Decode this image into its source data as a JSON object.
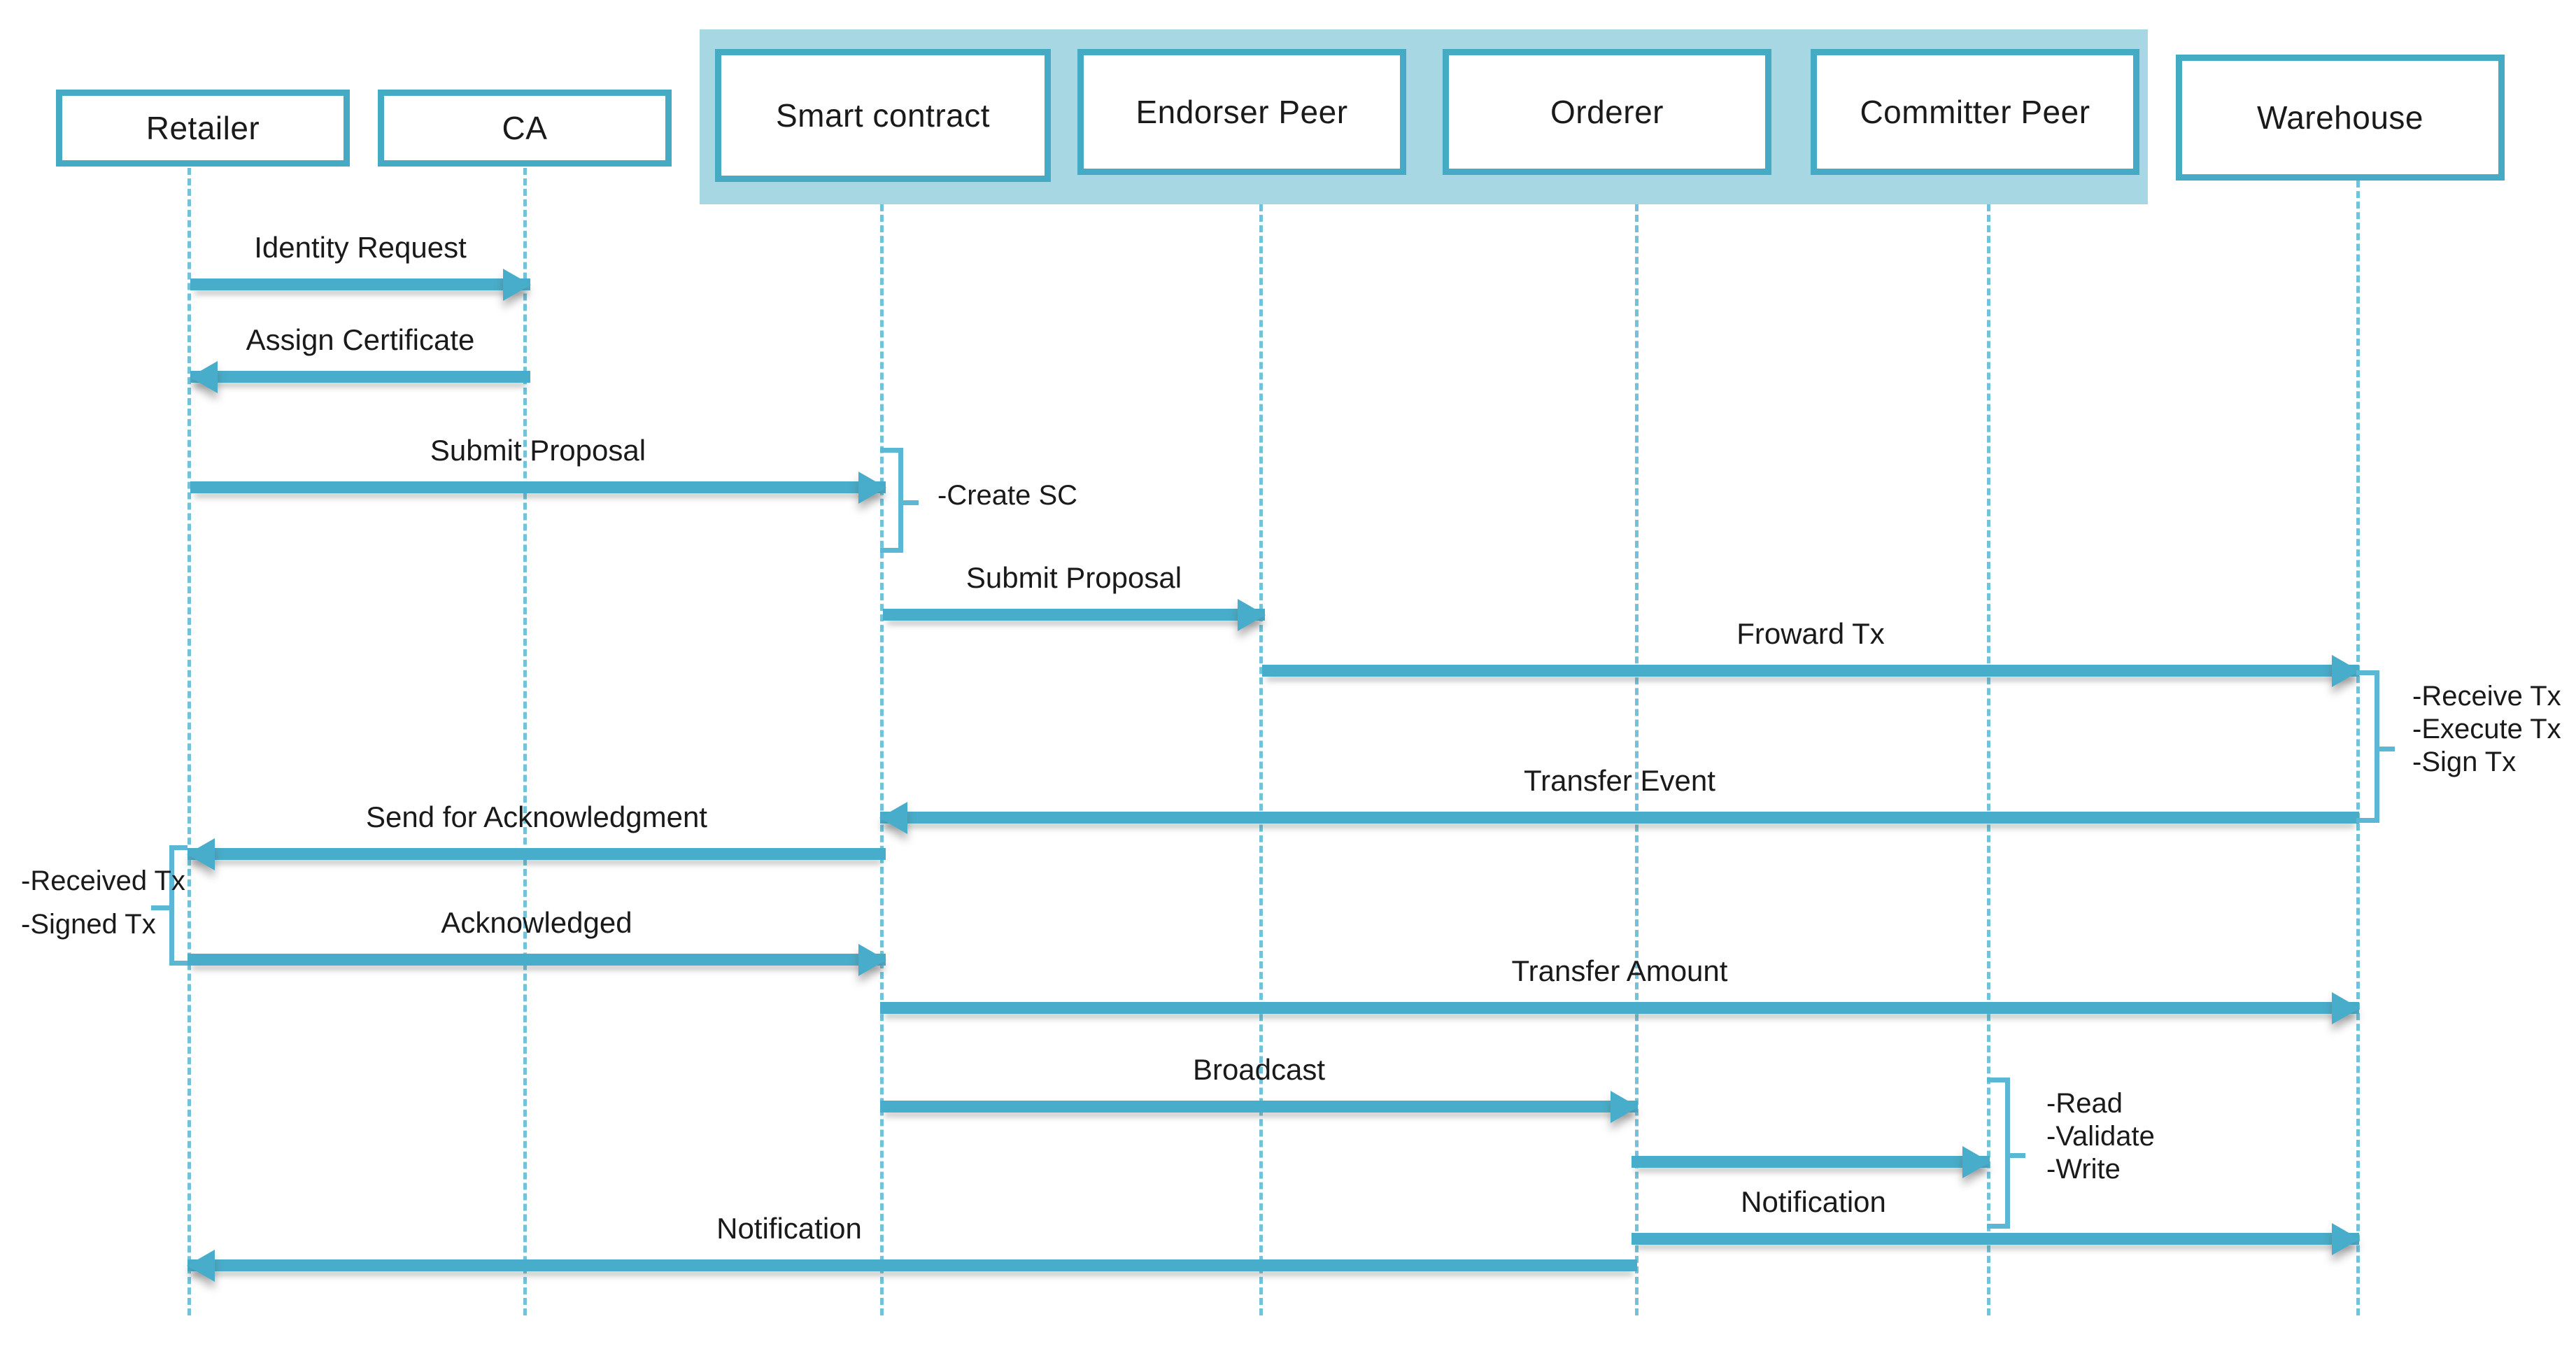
{
  "diagram": {
    "type": "uml-sequence-diagram",
    "title": "Blockchain transaction sequence diagram",
    "accent_color": "#48ADCA",
    "group_band_color": "#A8D7E4",
    "lifeline_color": "#5BB8D4",
    "text_color": "#1a1a1a",
    "background": "#ffffff"
  },
  "group": {
    "name": "blockchain-network-group",
    "members": [
      "Smart contract",
      "Endorser Peer",
      "Orderer",
      "Committer Peer"
    ]
  },
  "participants": [
    {
      "id": "retailer",
      "label": "Retailer",
      "in_group": false
    },
    {
      "id": "ca",
      "label": "CA",
      "in_group": false
    },
    {
      "id": "smart",
      "label": "Smart contract",
      "in_group": true
    },
    {
      "id": "endorser",
      "label": "Endorser Peer",
      "in_group": true
    },
    {
      "id": "orderer",
      "label": "Orderer",
      "in_group": true
    },
    {
      "id": "committer",
      "label": "Committer Peer",
      "in_group": true
    },
    {
      "id": "warehouse",
      "label": "Warehouse",
      "in_group": false
    }
  ],
  "messages": [
    {
      "id": "m1",
      "label": "Identity Request",
      "from": "retailer",
      "to": "ca",
      "direction": "right"
    },
    {
      "id": "m2",
      "label": "Assign Certificate",
      "from": "ca",
      "to": "retailer",
      "direction": "left"
    },
    {
      "id": "m3",
      "label": "Submit Proposal",
      "from": "retailer",
      "to": "smart",
      "direction": "right"
    },
    {
      "id": "m4",
      "label": "Submit Proposal",
      "from": "smart",
      "to": "endorser",
      "direction": "right"
    },
    {
      "id": "m5",
      "label": "Froward Tx",
      "from": "endorser",
      "to": "warehouse",
      "direction": "right"
    },
    {
      "id": "m6",
      "label": "Transfer Event",
      "from": "warehouse",
      "to": "smart",
      "direction": "left"
    },
    {
      "id": "m7",
      "label": "Send for Acknowledgment",
      "from": "smart",
      "to": "retailer",
      "direction": "left"
    },
    {
      "id": "m8",
      "label": "Acknowledged",
      "from": "retailer",
      "to": "smart",
      "direction": "right"
    },
    {
      "id": "m9",
      "label": "Transfer Amount",
      "from": "smart",
      "to": "warehouse",
      "direction": "right"
    },
    {
      "id": "m10",
      "label": "Broadcast",
      "from": "smart",
      "to": "orderer",
      "direction": "right"
    },
    {
      "id": "m11",
      "label": "",
      "from": "orderer",
      "to": "committer",
      "direction": "right"
    },
    {
      "id": "m12",
      "label": "Notification",
      "from": "orderer",
      "to": "retailer",
      "direction": "left"
    },
    {
      "id": "m13",
      "label": "Notification",
      "from": "orderer",
      "to": "warehouse",
      "direction": "right"
    }
  ],
  "notes": [
    {
      "id": "n1",
      "attached_to": "smart",
      "side": "right",
      "lines": [
        "-Create SC"
      ]
    },
    {
      "id": "n2",
      "attached_to": "warehouse",
      "side": "right",
      "lines": [
        "-Receive Tx",
        "-Execute Tx",
        "-Sign Tx"
      ]
    },
    {
      "id": "n3",
      "attached_to": "retailer",
      "side": "left",
      "lines": [
        "-Received Tx",
        "-Signed Tx"
      ]
    },
    {
      "id": "n4",
      "attached_to": "committer",
      "side": "right",
      "lines": [
        "-Read",
        "-Validate",
        "-Write"
      ]
    }
  ]
}
